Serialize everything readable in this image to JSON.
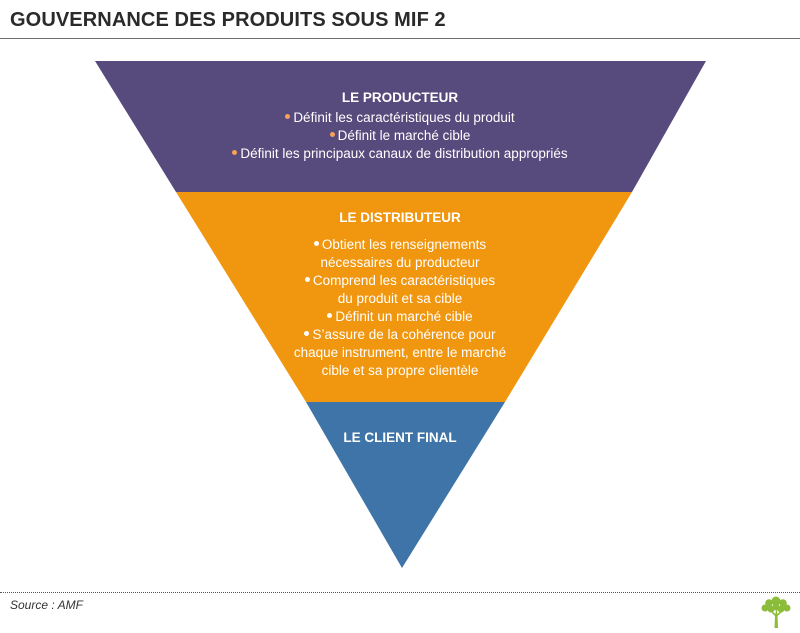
{
  "title": "GOUVERNANCE DES PRODUITS SOUS MIF 2",
  "colors": {
    "producer": "#574a7c",
    "distributor": "#f0960f",
    "client": "#3f74a8",
    "producer_bullet": "#f5a15a",
    "logo": "#8bbd3a"
  },
  "layers": {
    "producer": {
      "title": "LE PRODUCTEUR",
      "bullets": [
        "Définit les caractéristiques du produit",
        "Définit le marché cible",
        "Définit les principaux canaux de distribution appropriés"
      ]
    },
    "distributor": {
      "title": "LE DISTRIBUTEUR",
      "bullets": [
        "Obtient les renseignements\nnécessaires du producteur",
        "Comprend les caractéristiques\ndu produit et sa cible",
        "Définit un marché cible",
        "S’assure de la cohérence pour\nchaque instrument, entre le marché\ncible et sa propre clientèle"
      ]
    },
    "client": {
      "title": "LE CLIENT FINAL"
    }
  },
  "footer": {
    "source": "Source : AMF",
    "logo_icon": "tree-icon"
  }
}
